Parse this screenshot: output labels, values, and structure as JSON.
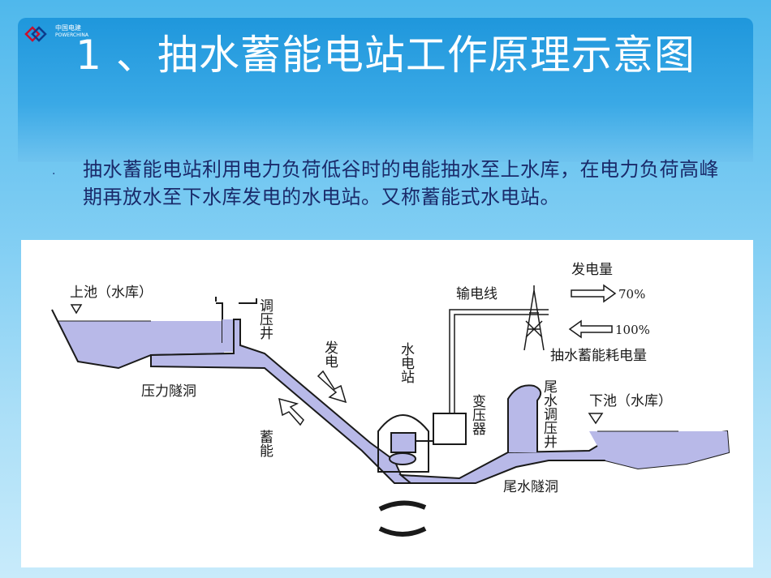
{
  "slide": {
    "title": "1 、抽水蓄能电站工作原理示意图",
    "logo_text": "中国电建",
    "logo_subtext": "POWERCHINA",
    "bullet_text": "抽水蓄能电站利用电力负荷低谷时的电能抽水至上水库，在电力负荷高峰期再放水至下水库发电的水电站。又称蓄能式水电站。"
  },
  "diagram": {
    "upper_reservoir": "上池（水库）",
    "pressure_tunnel": "压力隧洞",
    "surge_tank_1": "调压井",
    "generate_label": "发电",
    "store_label": "蓄能",
    "powerhouse": "水电站",
    "transformer": "变压器",
    "transmission_line": "输电线",
    "power_out_label": "发电量",
    "power_out_pct": "70%",
    "power_in_pct": "100%",
    "pump_consumption_label": "抽水蓄能耗电量",
    "tailrace_surge_tank": "尾水调压井",
    "lower_reservoir": "下池（水库）",
    "tailrace_tunnel": "尾水隧洞",
    "water_color": "#b8b9e8",
    "line_color": "#1a1a1a"
  }
}
